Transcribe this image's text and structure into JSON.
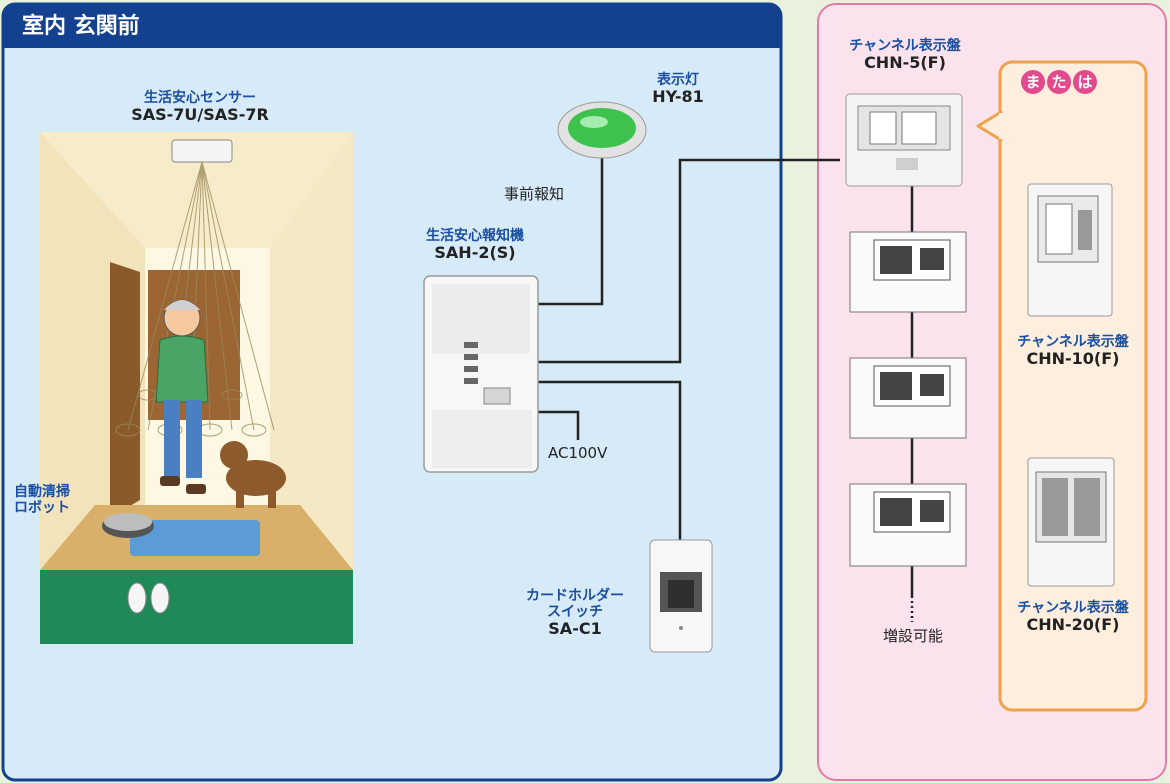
{
  "room": {
    "title": "室内 玄関前"
  },
  "sensor": {
    "name": "生活安心センサー",
    "model": "SAS-7U/SAS-7R"
  },
  "lamp": {
    "name": "表示灯",
    "model": "HY-81"
  },
  "notice": {
    "label": "事前報知"
  },
  "reporter": {
    "name": "生活安心報知機",
    "model": "SAH-2(S)"
  },
  "power": {
    "label": "AC100V"
  },
  "robot": {
    "line1": "自動清掃",
    "line2": "ロボット"
  },
  "card_switch": {
    "line1": "カードホルダー",
    "line2": "スイッチ",
    "model": "SA-C1"
  },
  "panel_main": {
    "name": "チャンネル表示盤",
    "model": "CHN-5(F)"
  },
  "expansion": {
    "label": "増設可能"
  },
  "alt": {
    "badge": [
      "ま",
      "た",
      "は"
    ]
  },
  "panel_10": {
    "name": "チャンネル表示盤",
    "model": "CHN-10(F)"
  },
  "panel_20": {
    "name": "チャンネル表示盤",
    "model": "CHN-20(F)"
  },
  "colors": {
    "room_bg": "#d7eaf7",
    "room_border": "#14418f",
    "right_bg": "#fbe3ee",
    "right_border": "#e27bab",
    "alt_bg": "#fdeede",
    "alt_border": "#eea24b",
    "badge": "#e24a8d",
    "lamp": "#3ec24e"
  }
}
